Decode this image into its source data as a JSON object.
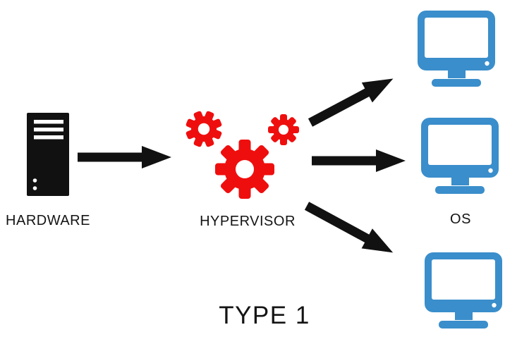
{
  "diagram": {
    "title": "TYPE 1",
    "nodes": {
      "hardware": {
        "label": "HARDWARE",
        "icon": "server-tower-icon"
      },
      "hypervisor": {
        "label": "HYPERVISOR",
        "icon": "gears-icon"
      },
      "os": {
        "label": "OS",
        "icon": "monitor-icon",
        "monitor_count": 3
      }
    },
    "arrows": [
      {
        "from": "hardware",
        "to": "hypervisor",
        "direction": "right"
      },
      {
        "from": "hypervisor",
        "to": "os-monitor-top",
        "direction": "up-right"
      },
      {
        "from": "hypervisor",
        "to": "os-monitor-middle",
        "direction": "right"
      },
      {
        "from": "hypervisor",
        "to": "os-monitor-bottom",
        "direction": "down-right"
      }
    ]
  },
  "colors": {
    "gear-red": "#ef0e0e",
    "monitor-blue": "#3a8ecb",
    "ink-black": "#111111",
    "background": "#ffffff"
  }
}
